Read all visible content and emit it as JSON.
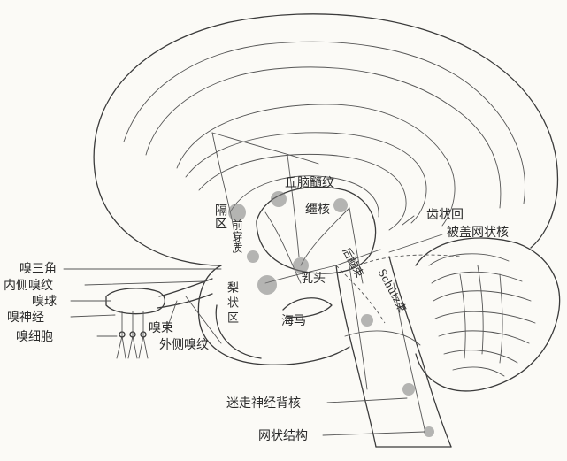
{
  "labels": {
    "qiunaosui": "丘脑髓纹",
    "jinghe": "缰核",
    "gequ": "隔区",
    "qianbuhe": "前穿质",
    "qiqiu": "嗅三角",
    "neiceqiwen": "内侧嗅纹",
    "qiuqiu": "嗅球",
    "qishenjing": "嗅神经",
    "qixibao": "嗅细胞",
    "qishu": "嗅束",
    "waiceqiwen": "外侧嗅纹",
    "lizhuangqu": "梨状区",
    "rutou": "乳头",
    "haima": "海马",
    "chizhuanghui": "齿状回",
    "beigaiwang": "被盖网状核",
    "houzongshu": "后脑束",
    "schutz": "Schütz束",
    "mizou": "迷走神经背核",
    "wangzhuang": "网状结构"
  },
  "colors": {
    "ink": "#3b3b3b",
    "paper": "#fbfaf6"
  }
}
